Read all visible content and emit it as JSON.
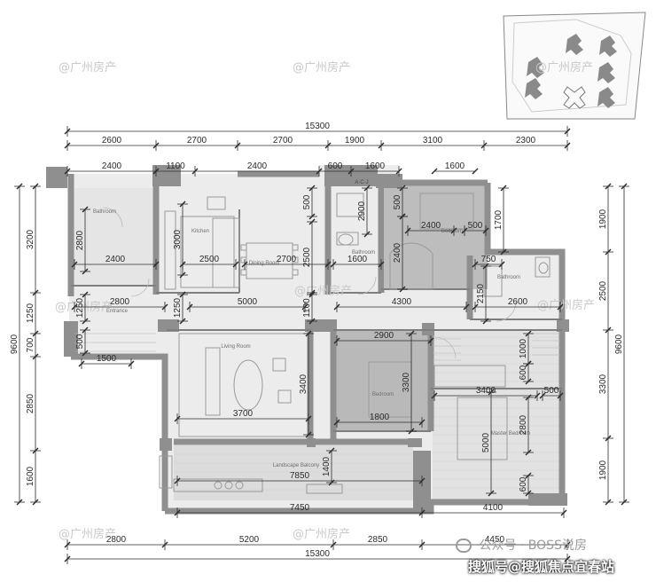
{
  "site": {
    "label": "A",
    "label_full": "A·C·J"
  },
  "total_top": "15300",
  "top_row1": [
    "2600",
    "2700",
    "2700",
    "1900",
    "3100",
    "2300"
  ],
  "top_row2": [
    "2400",
    "1100",
    "2400",
    "600",
    "1600"
  ],
  "bottom_row1": [
    "7450",
    "4100"
  ],
  "bottom_row2": [
    "2800",
    "5200",
    "2850",
    "4450"
  ],
  "total_bottom": "15300",
  "left_outer": [
    "3200",
    "1250",
    "700",
    "2850",
    "1600"
  ],
  "left_total": "9600",
  "right_outer": [
    "1900",
    "2500",
    "3300",
    "1900"
  ],
  "right_total": "9600",
  "interior": {
    "bath1_h": "2800",
    "bath1_w_bottom": "2400",
    "kitchen_h": "3000",
    "kitchen_w": "2500",
    "dining_w": "2700",
    "dining_h": "2500",
    "dining_h_top": "500",
    "wc_h": "2900",
    "wc_w": "1600",
    "bed2_h_top": "500",
    "bed2_w": "2400",
    "bed2_w_right": "500",
    "bed2_h": "2400",
    "bed2_h_right": "1700",
    "bath2_w": "750",
    "bath2_h": "2150",
    "corr_w_right": "2600",
    "corr_w_left": "2800",
    "corr_h_left": "1250",
    "corr_h_mid": "1250",
    "corr_w_mid": "5000",
    "corr_h_div": "1100",
    "corr_w_east": "4300",
    "entry_h": "500",
    "entry_w": "1500",
    "living_w": "3700",
    "living_h": "3400",
    "bed3_w": "2900",
    "bed3_h": "3300",
    "bed3_w_bottom": "1800",
    "closet_h": "1000",
    "closet_w2": "600",
    "master_w": "3400",
    "master_w_right": "500",
    "master_h": "5000",
    "master_h_inner": "2800",
    "master_h_bottom": "600",
    "balcony_w": "7850",
    "balcony_h": "1400"
  },
  "rooms": {
    "bathroom1": "Bathroom",
    "kitchen": "Kitchen",
    "dining": "Dining Room",
    "wc": "Bathroom",
    "bedroom2": "Bedroom",
    "bathroom2": "Bathroom",
    "corridor": "Entrance",
    "living": "Living Room",
    "bedroom3": "Bedroom",
    "master": "Master Bedroom",
    "balcony": "Landscape Balcony"
  },
  "watermarks": [
    "@广州房产",
    "@广州房产",
    "@广州房产",
    "@广州房产",
    "@广州房产",
    "@广州房产",
    "@广州房产",
    "@广州房产"
  ],
  "footer": {
    "wechat": "公众号 · BOSS说房",
    "sohu": "搜狐号@搜狐焦点宜春站"
  },
  "colors": {
    "wall": "#9a9a9a",
    "floor": "#e8e8e8",
    "wood": "#bdbdbd",
    "dim_line": "#2b2b2b"
  }
}
